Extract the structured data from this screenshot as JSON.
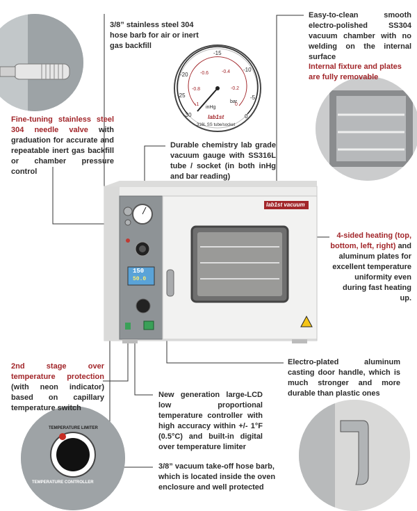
{
  "callouts": {
    "hose_barb_top": "3/8” stainless steel 304 hose barb for air or inert gas backfill",
    "easy_clean": "Easy-to-clean smooth electro-polished SS304 vacuum chamber with no welding on the internal surface",
    "internal_fixture": "Internal fixture and plates are fully removable",
    "needle_valve_red": "Fine-tuning stainless steel 304 needle valve",
    "needle_valve_rest": "with graduation for accurate and repeatable inert gas backfill or chamber pressure control",
    "vacuum_gauge": "Durable chemistry lab grade vacuum gauge with SS316L tube / socket (in both inHg and bar reading)",
    "heating_red": "4-sided heating (top, bottom, left, right)",
    "heating_rest": "and aluminum plates for excellent temperature uniformity even during fast heating up.",
    "second_stage_red": "2nd stage over temperature protection",
    "second_stage_rest": "(with neon indicator) based on capillary temperature switch",
    "door_handle": "Electro-plated aluminum casting door handle, which is much stronger and more durable than plastic ones",
    "lcd_controller": "New generation large-LCD low proportional temperature controller with high accuracy within +/- 1°F (0.5°C) and built-in digital over temperature limiter",
    "takeoff_barb": "3/8” vacuum take-off hose barb, which is located inside the oven enclosure and well protected"
  },
  "gauge": {
    "ticks_outer": [
      "-30",
      "-25",
      "-20",
      "-15",
      "-10",
      "-5",
      "0"
    ],
    "ticks_inner": [
      "-1",
      "-0.8",
      "-0.6",
      "-0.4",
      "-0.2",
      "0"
    ],
    "unit_bar": "bar",
    "unit_inhg": "inHg",
    "brand": "lab1st",
    "tube_note": "316L SS tube/socket"
  },
  "oven": {
    "brand_label": "lab1st vacuum",
    "lcd_top": "150",
    "lcd_bottom": "50.0"
  },
  "limiter_panel": {
    "top_label": "TEMPERATURE LIMITER",
    "bottom_label": "TEMPERATURE CONTROLLER"
  },
  "colors": {
    "accent_red": "#a2262a",
    "oven_body": "#ededec",
    "panel_gray": "#8e9396"
  }
}
